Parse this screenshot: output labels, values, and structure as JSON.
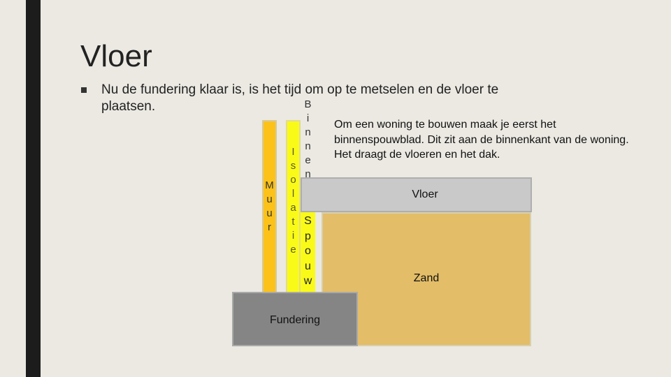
{
  "slide": {
    "title": "Vloer",
    "bullet_text": "Nu de fundering klaar is, is het tijd om op te metselen en de vloer te plaatsen.",
    "note": "Om een woning te bouwen maak je eerst het binnenspouwblad. Dit zit aan de binnenkant van de woning. Het draagt de vloeren en het dak."
  },
  "diagram": {
    "wall_letters": [
      "M",
      "u",
      "u",
      "r"
    ],
    "insulation_letters": [
      "I",
      "s",
      "o",
      "l",
      "a",
      "t",
      "i",
      "e"
    ],
    "inner_leaf_letters": [
      "B",
      "i",
      "n",
      "n",
      "e",
      "n"
    ],
    "cavity_letters": [
      "S",
      "p",
      "o",
      "u",
      "w"
    ],
    "floor_label": "Vloer",
    "sand_label": "Zand",
    "foundation_label": "Fundering"
  },
  "colors": {
    "background": "#ebe9e2",
    "left_bar": "#1c1c1c",
    "wall": "#fcc21a",
    "insulation": "#fafa18",
    "floor": "#c9c9c9",
    "sand": "#e3bd67",
    "foundation": "#858585"
  }
}
